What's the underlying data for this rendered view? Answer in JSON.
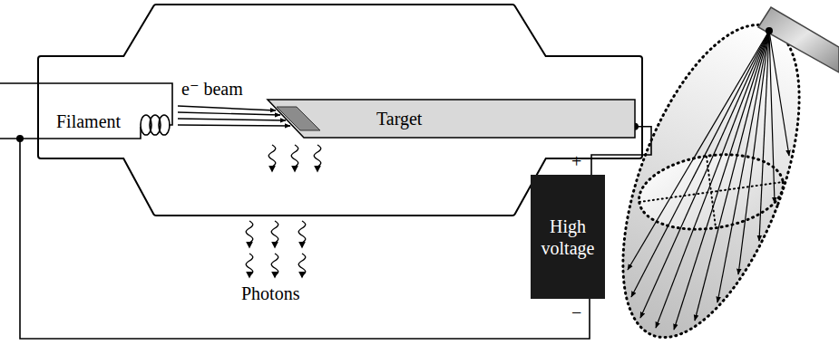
{
  "diagram": {
    "nodes": [
      {
        "text": [
          "Target"
        ]
      },
      {
        "text": [
          "High voltage"
        ]
      }
    ],
    "edges": [
      {
        "from": 0,
        "to": 1,
        "arrow": "none"
      }
    ],
    "labels": [
      "Filament",
      "e⁻ beam",
      "Photons",
      "+",
      "−"
    ]
  }
}
